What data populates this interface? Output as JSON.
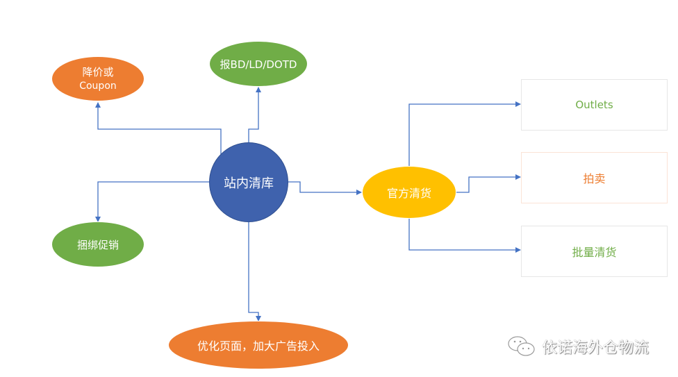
{
  "colors": {
    "orange": "#ED7D31",
    "green": "#70AD47",
    "blue": "#3F62AD",
    "yellow": "#FFC000",
    "connector": "#4472C4"
  },
  "center": {
    "label": "站内清库"
  },
  "nodes": {
    "discount": {
      "line1": "降价或",
      "line2": "Coupon"
    },
    "deals": {
      "label": "报BD/LD/DOTD"
    },
    "bundle": {
      "label": "捆绑促销"
    },
    "optimize": {
      "label": "优化页面，加大广告投入"
    },
    "official": {
      "label": "官方清货"
    }
  },
  "boxes": [
    {
      "label": "Outlets",
      "color": "#70AD47"
    },
    {
      "label": "拍卖",
      "color": "#ED7D31"
    },
    {
      "label": "批量清货",
      "color": "#70AD47"
    }
  ],
  "watermark": {
    "icon": "wechat-icon",
    "text": "依诺海外仓物流"
  }
}
